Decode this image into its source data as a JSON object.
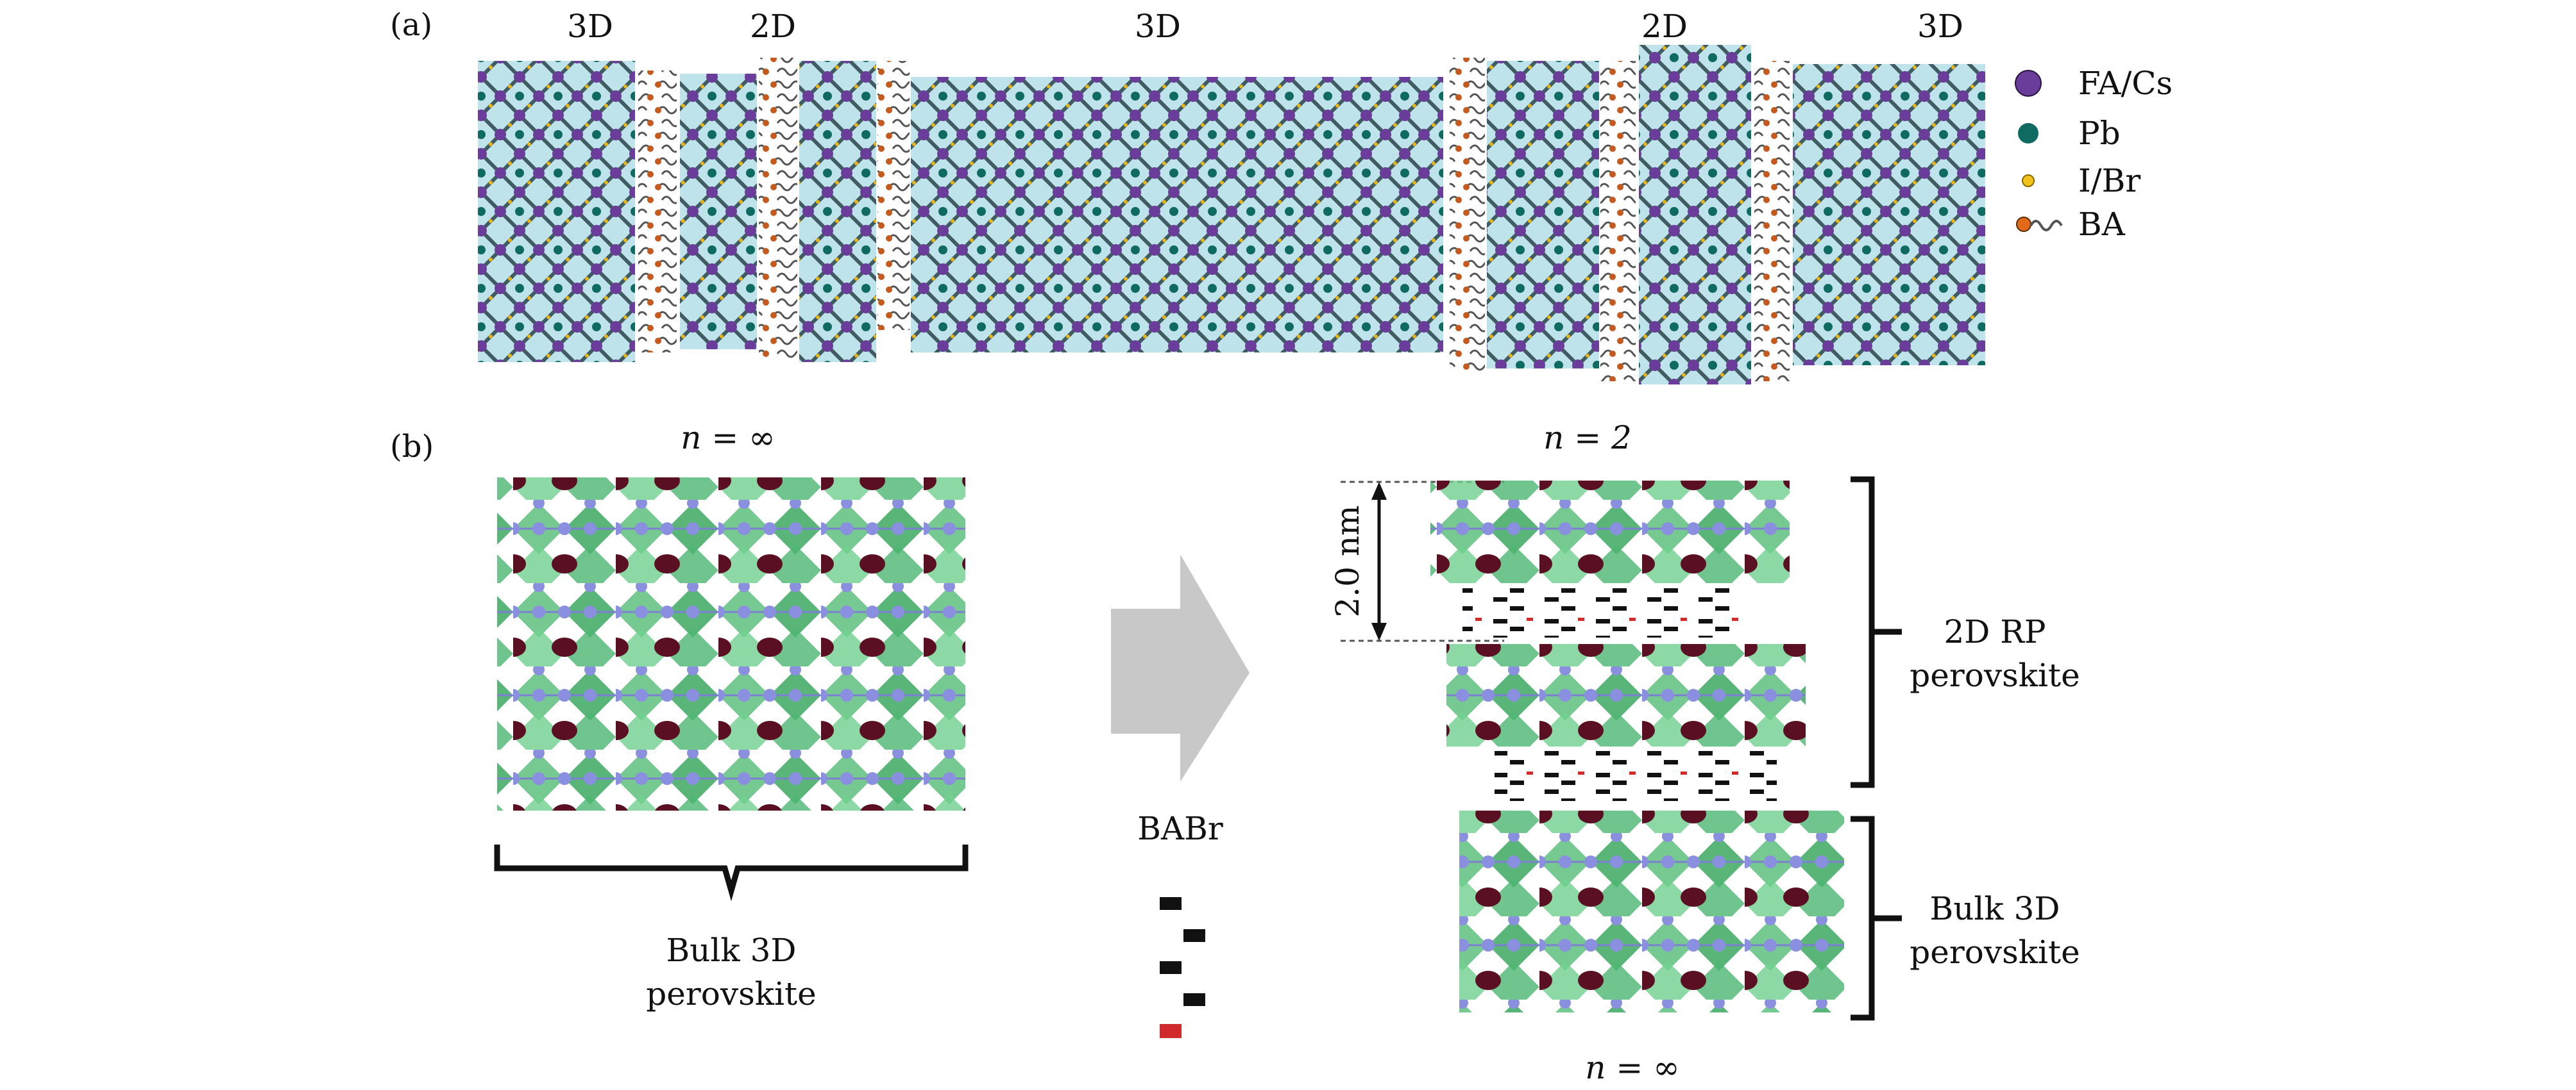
{
  "panel_a": {
    "label": "(a)",
    "region_labels": [
      "3D",
      "2D",
      "3D",
      "2D",
      "3D"
    ],
    "legend": [
      {
        "text": "FA/Cs",
        "icon": "fa-cs-ion-icon",
        "color": "#6a3d9a"
      },
      {
        "text": "Pb",
        "icon": "pb-ion-icon",
        "color": "#0f6b62"
      },
      {
        "text": "I/Br",
        "icon": "halide-ion-icon",
        "color": "#f2c31a"
      },
      {
        "text": "BA",
        "icon": "ba-chain-icon",
        "color": "#e06a1a"
      }
    ]
  },
  "panel_b": {
    "label": "(b)",
    "left_n": "n = ∞",
    "left_bracket_label_1": "Bulk 3D",
    "left_bracket_label_2": "perovskite",
    "arrow_label": "BABr",
    "right_top_n": "n = 2",
    "dimension_label": "2.0 nm",
    "rp_label_1": "2D RP",
    "rp_label_2": "perovskite",
    "bulk_label_1": "Bulk 3D",
    "bulk_label_2": "perovskite",
    "right_bottom_n": "n = ∞"
  }
}
